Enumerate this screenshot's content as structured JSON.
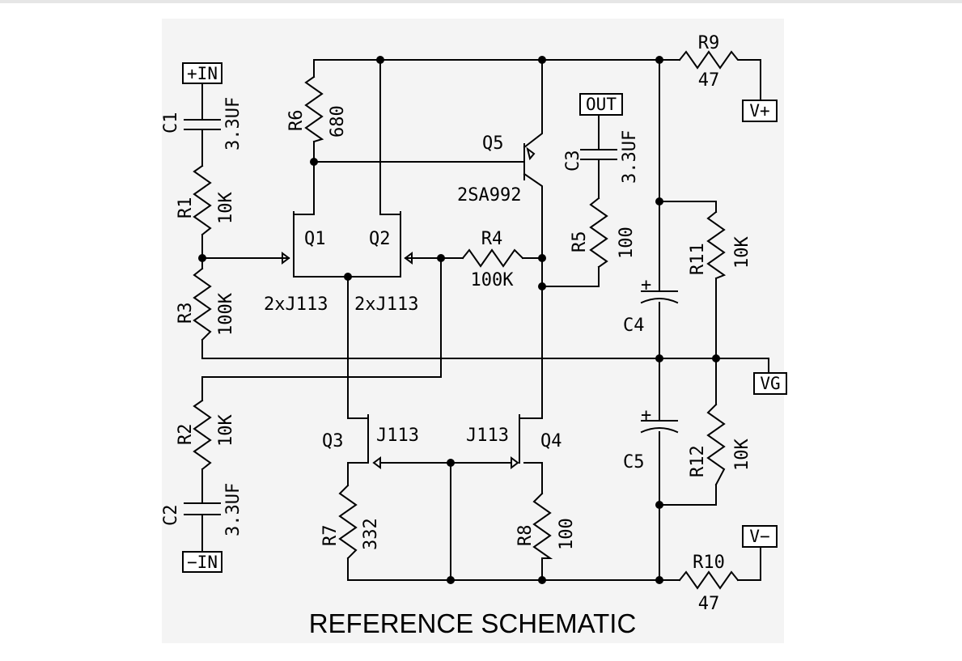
{
  "title": "REFERENCE SCHEMATIC",
  "ports": {
    "in_plus": "+IN",
    "in_minus": "−IN",
    "out": "OUT",
    "v_plus": "V+",
    "v_minus": "V−",
    "vg": "VG"
  },
  "components": {
    "C1": {
      "ref": "C1",
      "value": "3.3UF"
    },
    "C2": {
      "ref": "C2",
      "value": "3.3UF"
    },
    "C3": {
      "ref": "C3",
      "value": "3.3UF"
    },
    "C4": {
      "ref": "C4",
      "plus": "+"
    },
    "C5": {
      "ref": "C5",
      "plus": "+"
    },
    "R1": {
      "ref": "R1",
      "value": "10K"
    },
    "R2": {
      "ref": "R2",
      "value": "10K"
    },
    "R3": {
      "ref": "R3",
      "value": "100K"
    },
    "R4": {
      "ref": "R4",
      "value": "100K"
    },
    "R5": {
      "ref": "R5",
      "value": "100"
    },
    "R6": {
      "ref": "R6",
      "value": "680"
    },
    "R7": {
      "ref": "R7",
      "value": "332"
    },
    "R8": {
      "ref": "R8",
      "value": "100"
    },
    "R9": {
      "ref": "R9",
      "value": "47"
    },
    "R10": {
      "ref": "R10",
      "value": "47"
    },
    "R11": {
      "ref": "R11",
      "value": "10K"
    },
    "R12": {
      "ref": "R12",
      "value": "10K"
    },
    "Q1": {
      "ref": "Q1",
      "value": "2xJ113"
    },
    "Q2": {
      "ref": "Q2",
      "value": "2xJ113"
    },
    "Q3": {
      "ref": "Q3",
      "value": "J113"
    },
    "Q4": {
      "ref": "Q4",
      "value": "J113"
    },
    "Q5": {
      "ref": "Q5",
      "value": "2SA992"
    }
  }
}
